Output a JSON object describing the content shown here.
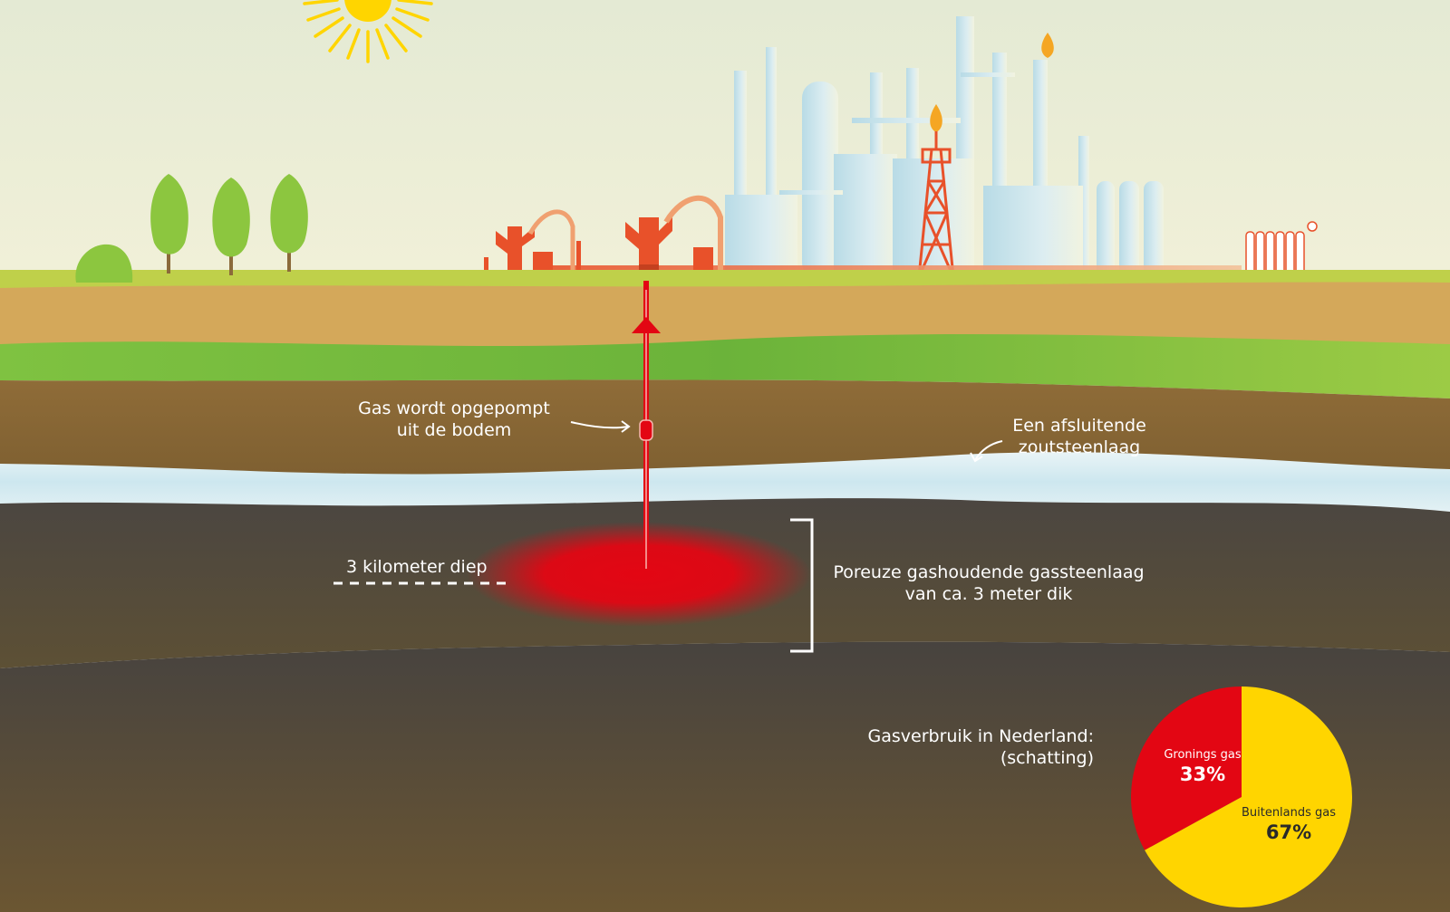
{
  "labels": {
    "pump_line1": "Gas wordt opgepompt",
    "pump_line2": "uit de bodem",
    "salt_line1": "Een afsluitende",
    "salt_line2": "zoutsteenlaag",
    "depth": "3 kilometer diep",
    "layer_line1": "Poreuze gashoudende gassteenlaag",
    "layer_line2": "van ca. 3 meter dik",
    "usage_line1": "Gasverbruik in Nederland:",
    "usage_line2": "(schatting)"
  },
  "chart_data": {
    "type": "pie",
    "title": "Gasverbruik in Nederland: (schatting)",
    "slices": [
      {
        "label": "Gronings gas",
        "value": 33,
        "display": "33%",
        "color": "#e30613"
      },
      {
        "label": "Buitenlands gas",
        "value": 67,
        "display": "67%",
        "color": "#ffd500"
      }
    ]
  },
  "colors": {
    "sky_top": "#e6ecd6",
    "sky_bottom": "#eef0da",
    "grass": "#bfd04a",
    "sand": "#d4a85a",
    "green_band": "#8cc63f",
    "brown_layer": "#8e6a35",
    "salt_layer": "#d6ecf2",
    "rock_dark": "#4a4540",
    "gas_red": "#e30613",
    "accent_yellow": "#ffd500",
    "factory": "#d3e8ee",
    "equipment": "#e8512a"
  },
  "icons": [
    "sun-icon",
    "tree-icon",
    "bush-icon",
    "factory-icon",
    "wellhead-icon",
    "derrick-icon",
    "flare-icon",
    "radiator-icon",
    "arrow-icon"
  ]
}
